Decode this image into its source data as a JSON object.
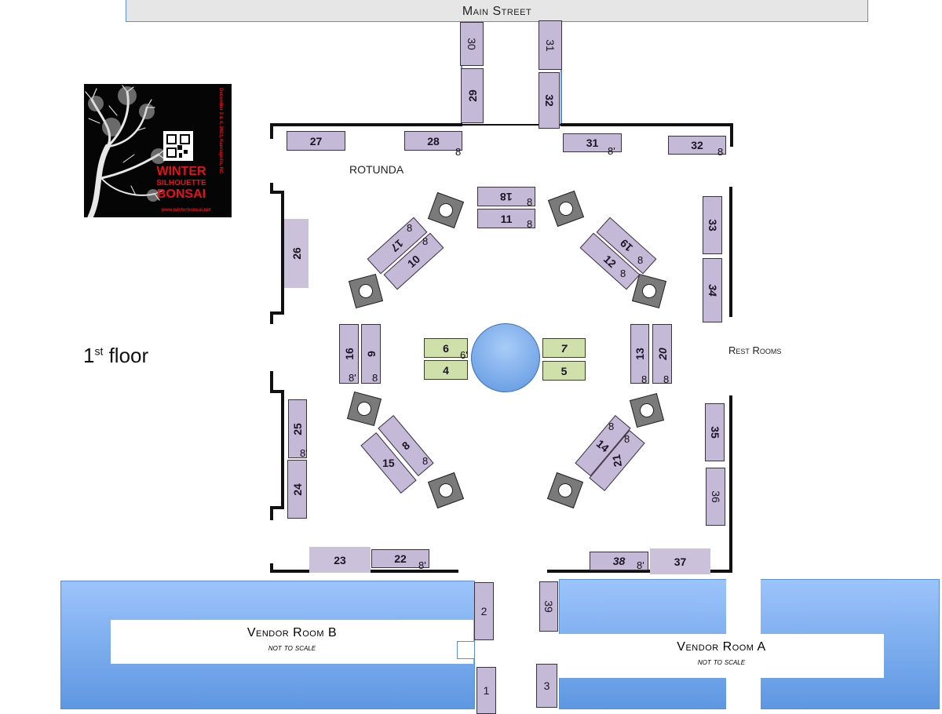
{
  "street": "Main Street",
  "rotunda_label": "ROTUNDA",
  "floor_label": {
    "main": "1",
    "sup": "st",
    "rest": " floor"
  },
  "restrooms_label": "Rest Rooms",
  "vendor_b": {
    "title": "Vendor Room B",
    "subtitle": "not to scale"
  },
  "vendor_a": {
    "title": "Vendor Room A",
    "subtitle": "not to scale"
  },
  "logo": {
    "line1": "WINTER",
    "line2": "SILHOUETTE",
    "line3": "BONSAI",
    "dates": "December 2 & 4, 2023, Kannapolis, NC",
    "url": "www.winterbonsai.net"
  },
  "tables": {
    "t30": "30",
    "t29": "29",
    "t31a": "31",
    "t32a": "32",
    "t27": "27",
    "t28": "28",
    "t31b": "31",
    "t32b": "32",
    "t18": "18",
    "t11": "11",
    "t17": "17",
    "t10": "10",
    "t19": "19",
    "t12": "12",
    "t26": "26",
    "t33": "33",
    "t34": "34",
    "t16": "16",
    "t9": "9",
    "t6": "6",
    "t4": "4",
    "t7": "7",
    "t5": "5",
    "t13": "13",
    "t20": "20",
    "t25": "25",
    "t24": "24",
    "t8": "8",
    "t15": "15",
    "t14": "14",
    "t21": "21",
    "t35": "35",
    "t36": "36",
    "t23": "23",
    "t22": "22",
    "t38": "38",
    "t37": "37",
    "t2": "2",
    "t1": "1",
    "t39": "39",
    "t3": "3"
  },
  "foot_marks": {
    "eight": "8",
    "eight_prime": "8'",
    "six_prime": "6'"
  }
}
